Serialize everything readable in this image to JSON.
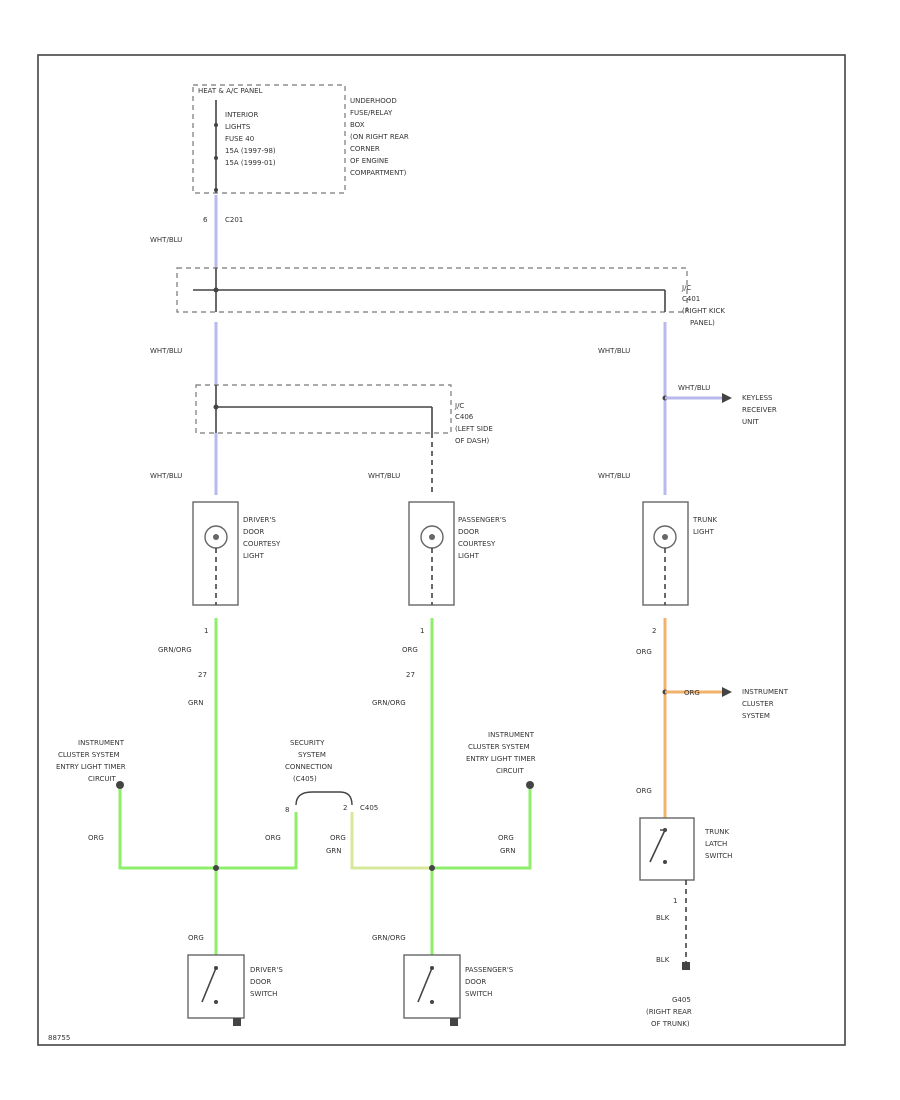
{
  "labels": {
    "fusebox_title": "HEAT & A/C PANEL",
    "fuse_interior": "INTERIOR",
    "fuse_lights": "LIGHTS",
    "fuse_num": "FUSE 40",
    "fuse_a1": "15A (1997-98)",
    "fuse_a2": "15A (1999-01)",
    "underhood_1": "UNDERHOOD",
    "underhood_2": "FUSE/RELAY",
    "underhood_3": "BOX",
    "underhood_4": "(ON RIGHT REAR",
    "underhood_5": "CORNER",
    "underhood_6": "OF ENGINE",
    "underhood_7": "COMPARTMENT)",
    "pin_6": "6",
    "c201": "C201",
    "wht_blu": "WHT/BLU",
    "jc1_1": "J/C",
    "jc1_2": "C401",
    "jc1_3": "(RIGHT KICK",
    "jc1_4": "PANEL)",
    "jc2_1": "J/C",
    "jc2_2": "C406",
    "jc2_3": "(LEFT SIDE",
    "jc2_4": "OF DASH)",
    "keyless_wire": "WHT/BLU",
    "keyless_1": "KEYLESS",
    "keyless_2": "RECEIVER",
    "keyless_3": "UNIT",
    "wht_blu2": "WHT/BLU",
    "drv_light_1": "DRIVER'S",
    "drv_light_2": "DOOR",
    "drv_light_3": "COURTESY",
    "drv_light_4": "LIGHT",
    "pas_light_1": "PASSENGER'S",
    "pas_light_2": "DOOR",
    "pas_light_3": "COURTESY",
    "pas_light_4": "LIGHT",
    "trunk_light_1": "TRUNK",
    "trunk_light_2": "LIGHT",
    "pin_1": "1",
    "pin_2": "2",
    "pin_27": "27",
    "grn_org": "GRN/ORG",
    "org": "ORG",
    "grn": "GRN",
    "inst_cluster_1": "INSTRUMENT",
    "inst_cluster_2": "CLUSTER",
    "inst_cluster_3": "SYSTEM",
    "entry_1": "INSTRUMENT",
    "entry_2": "CLUSTER SYSTEM",
    "entry_3": "ENTRY LIGHT TIMER",
    "entry_4": "CIRCUIT",
    "security_1": "SECURITY",
    "security_2": "SYSTEM",
    "security_3": "CONNECTION",
    "security_4": "(C405)",
    "pin_8": "8",
    "c405": "C405",
    "trunk_latch_1": "TRUNK",
    "trunk_latch_2": "LATCH",
    "trunk_latch_3": "SWITCH",
    "blk": "BLK",
    "drv_switch_1": "DRIVER'S",
    "drv_switch_2": "DOOR",
    "drv_switch_3": "SWITCH",
    "pas_switch_1": "PASSENGER'S",
    "pas_switch_2": "DOOR",
    "pas_switch_3": "SWITCH",
    "g405_1": "G405",
    "g405_2": "(RIGHT REAR",
    "g405_3": "OF TRUNK)",
    "code": "88755"
  },
  "colors": {
    "wire_blue": "#b9b9ef",
    "wire_green": "#8fef6a",
    "wire_green_dark": "#6ad049",
    "wire_orange": "#f3b26c",
    "wire_black": "#444444",
    "text": "#333333",
    "background": "#ffffff"
  }
}
